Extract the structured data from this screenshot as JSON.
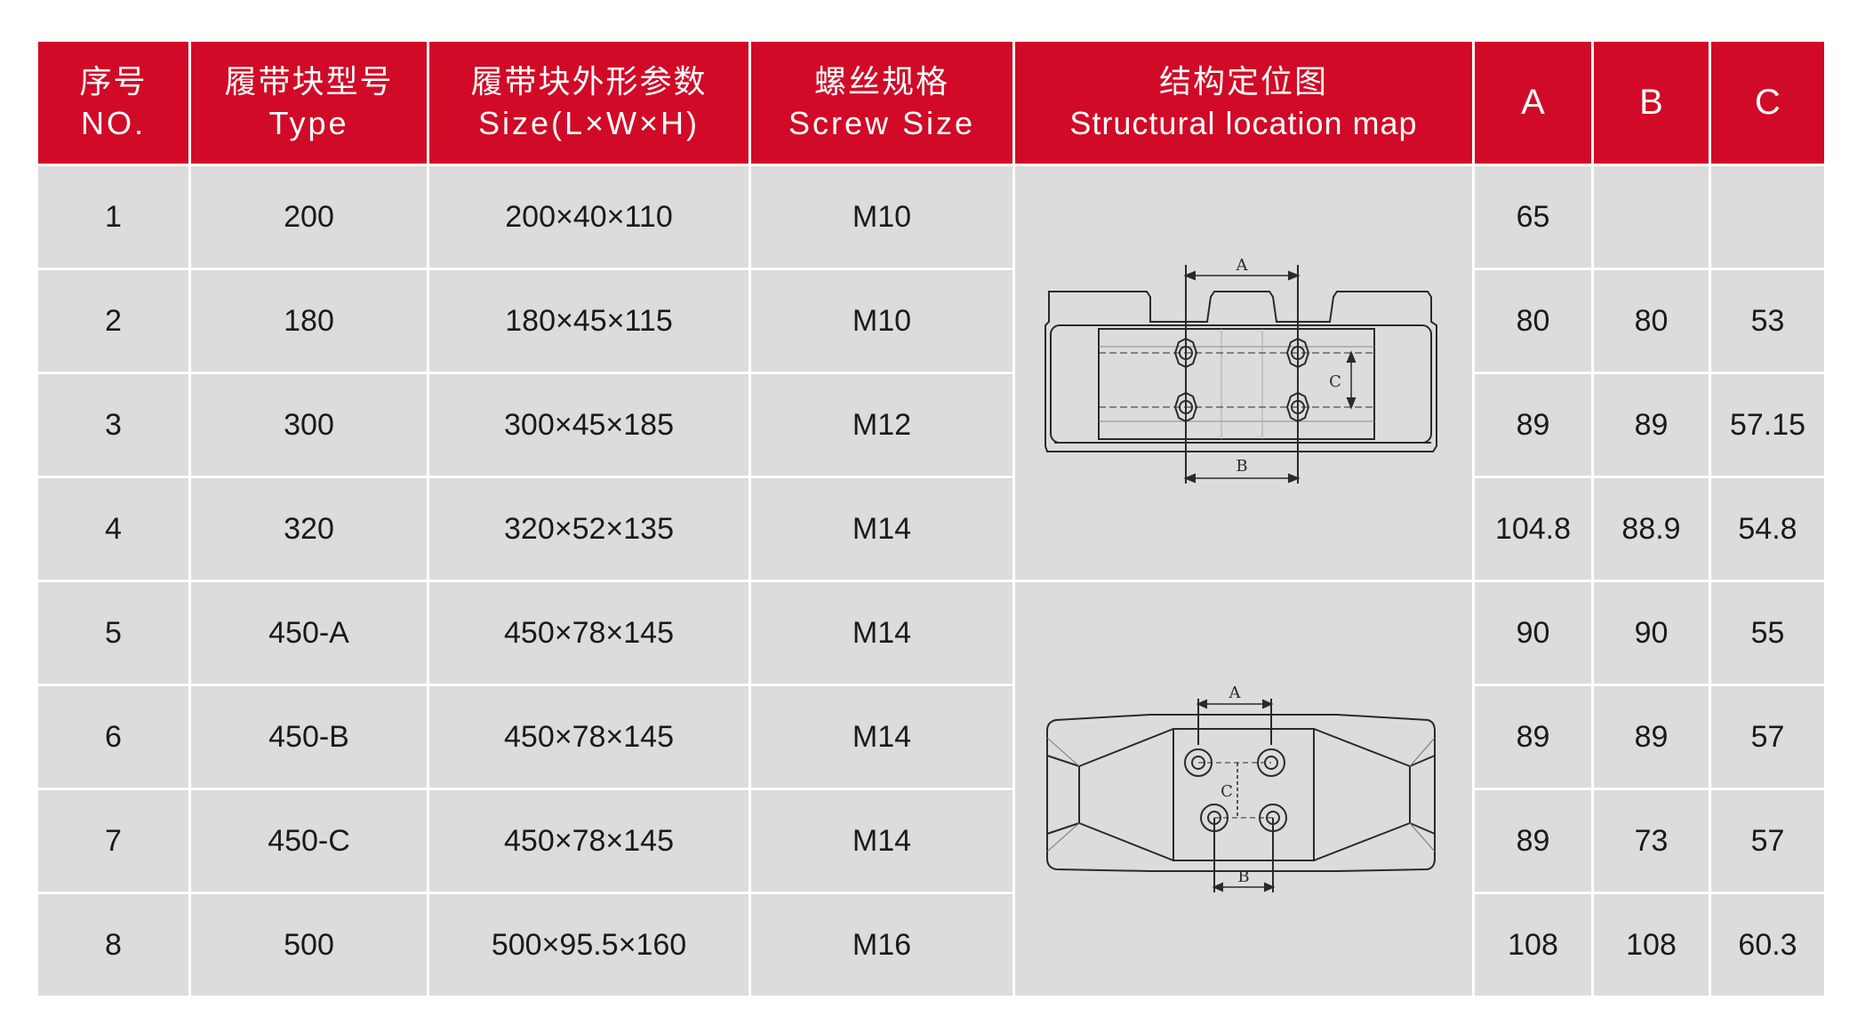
{
  "headers": {
    "no": {
      "zh": "序号",
      "en": "NO."
    },
    "type": {
      "zh": "履带块型号",
      "en": "Type"
    },
    "size": {
      "zh": "履带块外形参数",
      "en": "Size(L×W×H)"
    },
    "screw": {
      "zh": "螺丝规格",
      "en": "Screw Size"
    },
    "map": {
      "zh": "结构定位图",
      "en": "Structural location map"
    },
    "a": "A",
    "b": "B",
    "c": "C"
  },
  "rows": [
    {
      "no": "1",
      "type": "200",
      "size": "200×40×110",
      "screw": "M10",
      "a": "65",
      "b": "",
      "c": ""
    },
    {
      "no": "2",
      "type": "180",
      "size": "180×45×115",
      "screw": "M10",
      "a": "80",
      "b": "80",
      "c": "53"
    },
    {
      "no": "3",
      "type": "300",
      "size": "300×45×185",
      "screw": "M12",
      "a": "89",
      "b": "89",
      "c": "57.15"
    },
    {
      "no": "4",
      "type": "320",
      "size": "320×52×135",
      "screw": "M14",
      "a": "104.8",
      "b": "88.9",
      "c": "54.8"
    },
    {
      "no": "5",
      "type": "450-A",
      "size": "450×78×145",
      "screw": "M14",
      "a": "90",
      "b": "90",
      "c": "55"
    },
    {
      "no": "6",
      "type": "450-B",
      "size": "450×78×145",
      "screw": "M14",
      "a": "89",
      "b": "89",
      "c": "57"
    },
    {
      "no": "7",
      "type": "450-C",
      "size": "450×78×145",
      "screw": "M14",
      "a": "89",
      "b": "73",
      "c": "57"
    },
    {
      "no": "8",
      "type": "500",
      "size": "500×95.5×160",
      "screw": "M16",
      "a": "108",
      "b": "108",
      "c": "60.3"
    }
  ],
  "diagrams": [
    {
      "label_a": "A",
      "label_b": "B",
      "label_c": "C"
    },
    {
      "label_a": "A",
      "label_b": "B",
      "label_c": "C"
    }
  ],
  "colors": {
    "header_bg": "#d10a27",
    "cell_bg": "#dcdcdc",
    "line": "#1a1a1a"
  }
}
